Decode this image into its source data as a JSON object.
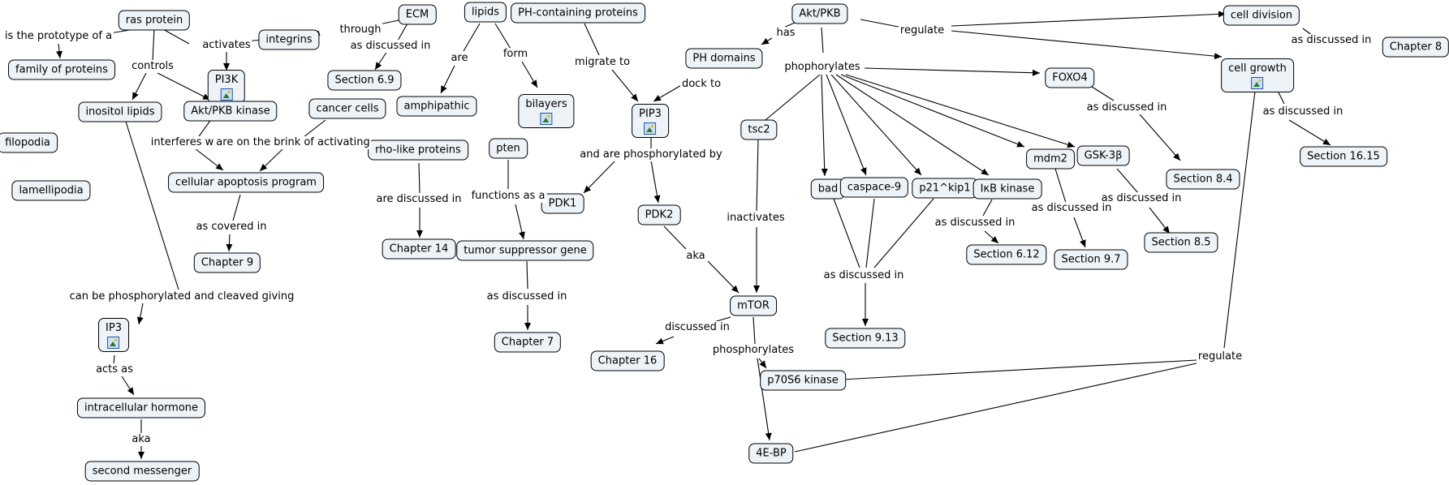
{
  "nodes": {
    "ras_protein": "ras protein",
    "family_of_proteins": "family of proteins",
    "integrins": "integrins",
    "ECM": "ECM",
    "section_6_9": "Section 6.9",
    "lipids": "lipids",
    "ph_containing_proteins": "PH-containing proteins",
    "akt_pkb": "Akt/PKB",
    "cell_division": "cell division",
    "chapter_8": "Chapter 8",
    "PI3K": "PI3K",
    "inositol_lipids": "inositol lipids",
    "akt_pkb_kinase": "Akt/PKB kinase",
    "cancer_cells": "cancer cells",
    "amphipathic": "amphipathic",
    "bilayers": "bilayers",
    "PIP3": "PIP3",
    "PH_domains": "PH domains",
    "FOXO4": "FOXO4",
    "cell_growth": "cell growth",
    "filopodia": "filopodia",
    "lamellipodia": "lamellipodia",
    "cellular_apoptosis_program": "cellular apoptosis program",
    "rho_like_proteins": "rho-like proteins",
    "pten": "pten",
    "tsc2": "tsc2",
    "section_16_15": "Section 16.15",
    "section_8_4": "Section 8.4",
    "mdm2": "mdm2",
    "gsk3b": "GSK-3β",
    "chapter_9": "Chapter 9",
    "PDK1": "PDK1",
    "PDK2": "PDK2",
    "bad": "bad",
    "caspace_9": "caspace-9",
    "p21kip1": "p21^kip1",
    "ikb_kinase": "IκB kinase",
    "chapter_14": "Chapter 14",
    "tumor_suppressor_gene": "tumor suppressor gene",
    "section_6_12": "Section 6.12",
    "section_9_7": "Section 9.7",
    "section_8_5": "Section 8.5",
    "mTOR": "mTOR",
    "IP3": "IP3",
    "chapter_7": "Chapter 7",
    "chapter_16": "Chapter 16",
    "section_9_13": "Section 9.13",
    "p70S6_kinase": "p70S6 kinase",
    "intracellular_hormone": "intracellular hormone",
    "second_messenger": "second messenger",
    "eBP4": "4E-BP"
  },
  "links": {
    "is_the_prototype_of_a": "is the prototype of a",
    "activates": "activates",
    "controls": "controls",
    "through": "through",
    "as_discussed_in_ecm": "as discussed in",
    "are": "are",
    "form": "form",
    "migrate_to": "migrate to",
    "has": "has",
    "regulate_top": "regulate",
    "as_discussed_in_cd": "as discussed in",
    "dock_to": "dock to",
    "phophorylates": "phophorylates",
    "interferes_with": "interferes with",
    "are_on_the_brink": "are on the brink of activating",
    "as_discussed_in_cg": "as discussed in",
    "as_discussed_in_foxo": "as discussed in",
    "and_are_phosphorylated_by": "and are phosphorylated by",
    "are_discussed_in": "are discussed in",
    "functions_as_a": "functions as a",
    "inactivates": "inactivates",
    "as_covered_in": "as covered in",
    "as_discussed_in_gsk": "as discussed in",
    "as_discussed_in_mdm2": "as discussed in",
    "as_discussed_in_ikb": "as discussed in",
    "aka_pdk2": "aka",
    "as_discussed_in_apop": "as discussed in",
    "as_discussed_in_tsg": "as discussed in",
    "can_be_phosphorylated": "can be phosphorylated and cleaved giving",
    "discussed_in_mtor": "discussed in",
    "phosphorylates_mtor": "phosphorylates",
    "regulate_bottom": "regulate",
    "acts_as": "acts as",
    "aka_ih": "aka"
  },
  "colors": {
    "node_fill": "#eef3f8",
    "node_border": "#000000",
    "edge": "#000000"
  }
}
